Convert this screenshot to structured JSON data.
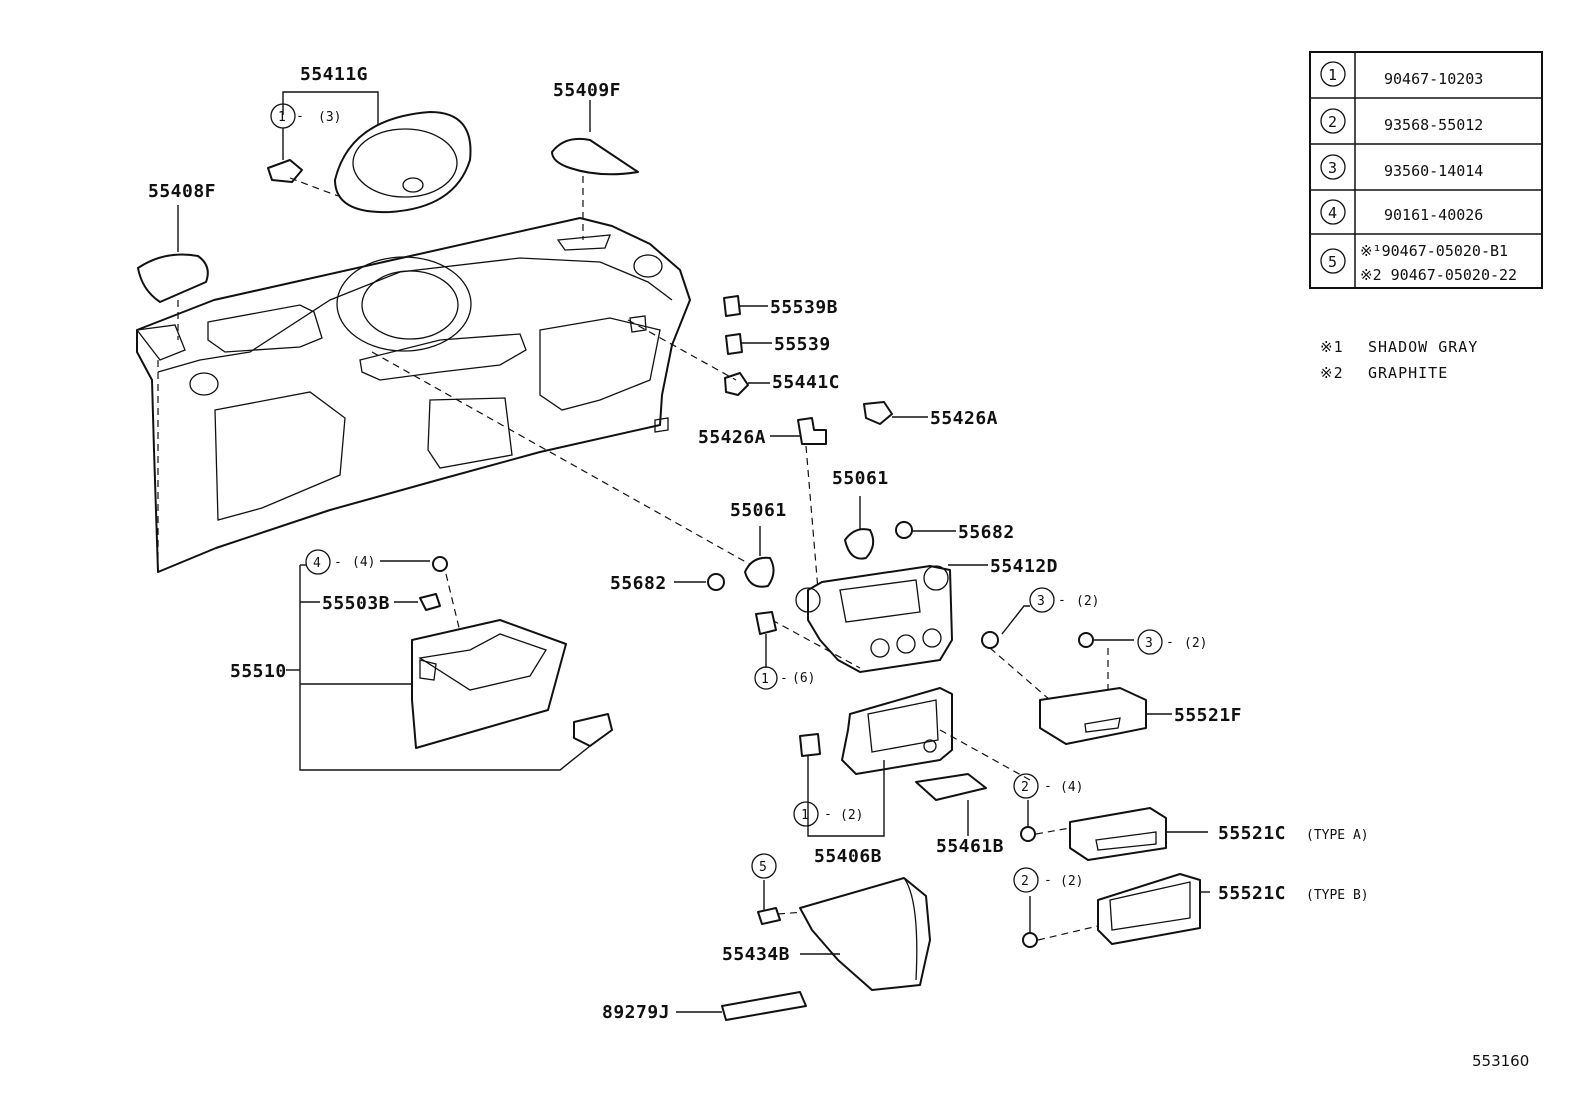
{
  "diagram": {
    "part_labels": {
      "p55411G": "55411G",
      "p55409F": "55409F",
      "p55408F": "55408F",
      "p55539B": "55539B",
      "p55539": "55539",
      "p55441C": "55441C",
      "p55426A_r": "55426A",
      "p55426A_l": "55426A",
      "p55061_r": "55061",
      "p55061_l": "55061",
      "p55682_r": "55682",
      "p55682_l": "55682",
      "p55412D": "55412D",
      "p55503B": "55503B",
      "p55510": "55510",
      "p55521F": "55521F",
      "p55521C_a": "55521C",
      "p55521C_b": "55521C",
      "p55406B": "55406B",
      "p55461B": "55461B",
      "p55434B": "55434B",
      "p89279J": "89279J"
    },
    "type_notes": {
      "type_a": "(TYPE A)",
      "type_b": "(TYPE B)"
    },
    "callouts": [
      {
        "id": "c1_top",
        "num": "1",
        "qty": "(3)"
      },
      {
        "id": "c4",
        "num": "4",
        "qty": "(4)"
      },
      {
        "id": "c3_a",
        "num": "3",
        "qty": "(2)"
      },
      {
        "id": "c3_b",
        "num": "3",
        "qty": "(2)"
      },
      {
        "id": "c1_mid",
        "num": "1",
        "qty": "(6)"
      },
      {
        "id": "c2_a",
        "num": "2",
        "qty": "(4)"
      },
      {
        "id": "c1_low",
        "num": "1",
        "qty": "(2)"
      },
      {
        "id": "c2_b",
        "num": "2",
        "qty": "(2)"
      },
      {
        "id": "c5",
        "num": "5",
        "qty": ""
      }
    ],
    "reference_number": "553160"
  },
  "fastener_table": {
    "rows": [
      {
        "num": "1",
        "parts": [
          "90467-10203"
        ]
      },
      {
        "num": "2",
        "parts": [
          "93568-55012"
        ]
      },
      {
        "num": "3",
        "parts": [
          "93560-14014"
        ]
      },
      {
        "num": "4",
        "parts": [
          "90161-40026"
        ]
      },
      {
        "num": "5",
        "parts": [
          "※¹90467-05020-B1",
          "※2 90467-05020-22"
        ]
      }
    ]
  },
  "color_notes": [
    {
      "mark": "※1",
      "text": "SHADOW GRAY"
    },
    {
      "mark": "※2",
      "text": "GRAPHITE"
    }
  ]
}
